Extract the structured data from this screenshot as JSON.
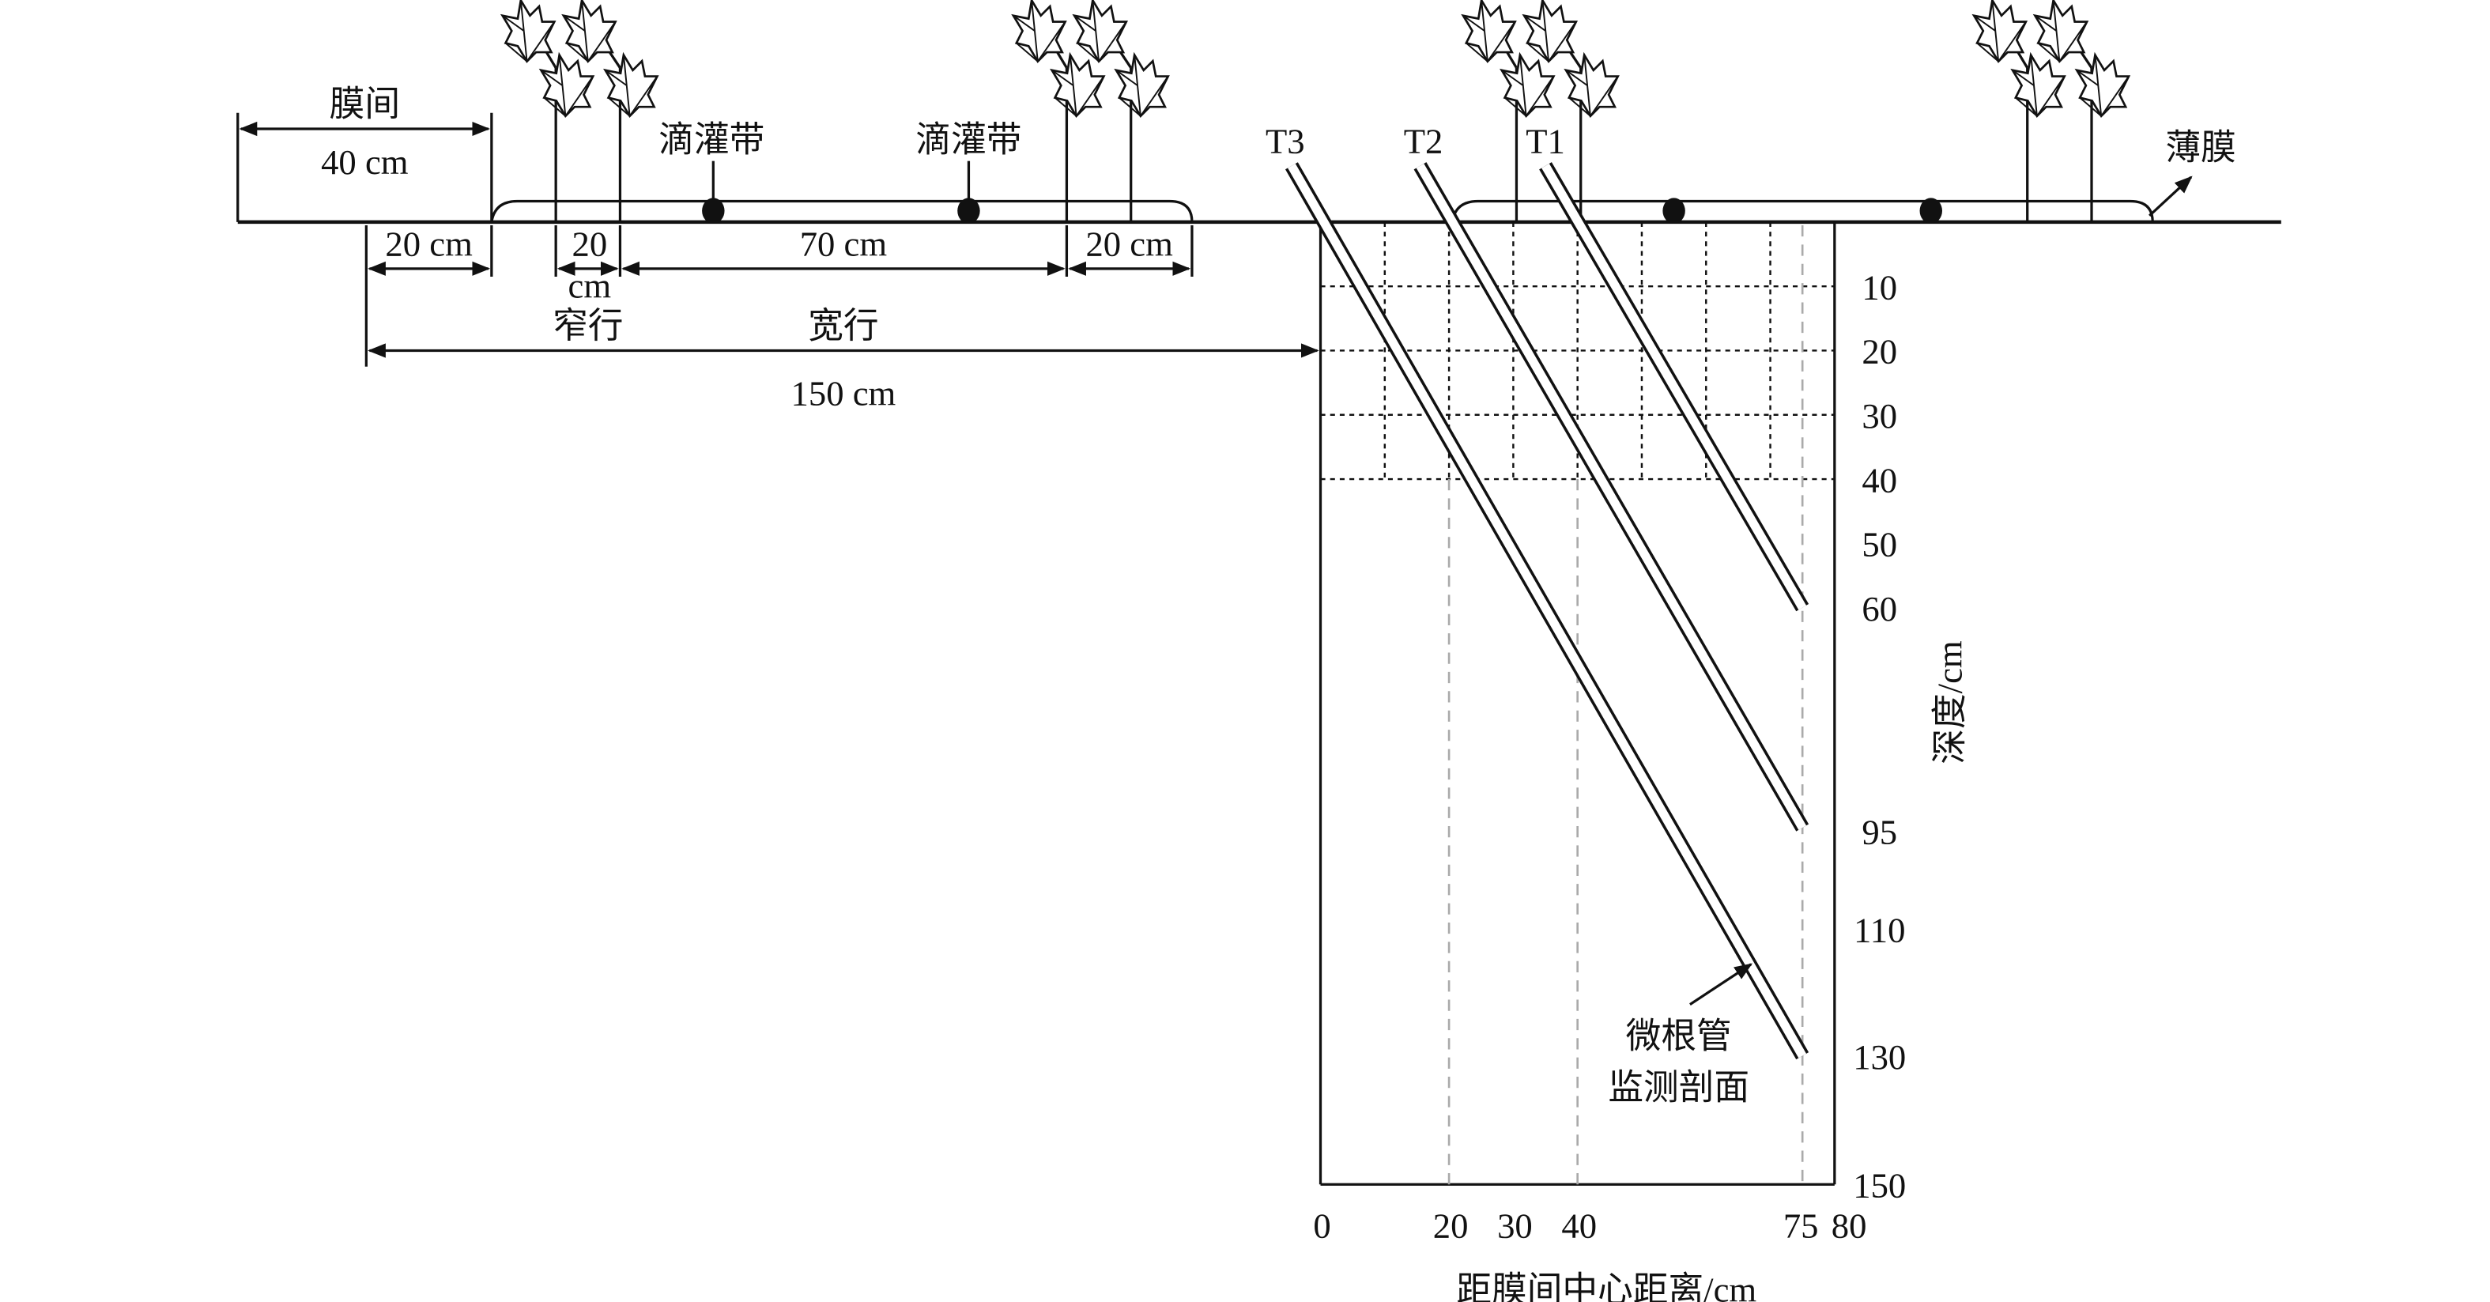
{
  "labels": {
    "inter_film": "膜间",
    "inter_film_width": "40 cm",
    "drip_tape_1": "滴灌带",
    "drip_tape_2": "滴灌带",
    "film": "薄膜",
    "dim_20cm_left": "20 cm",
    "dim_20_narrow": "20",
    "dim_cm_narrow": "cm",
    "dim_70cm": "70 cm",
    "dim_20cm_right": "20 cm",
    "narrow_row": "窄行",
    "wide_row": "宽行",
    "dim_150cm": "150 cm",
    "tube_t1": "T1",
    "tube_t2": "T2",
    "tube_t3": "T3",
    "minirhizotron_1": "微根管",
    "minirhizotron_2": "监测剖面",
    "y_axis": "深度/cm",
    "x_axis": "距膜间中心距离/cm"
  },
  "depth_ticks": [
    "10",
    "20",
    "30",
    "40",
    "50",
    "60",
    "95",
    "110",
    "130",
    "150"
  ],
  "distance_ticks": [
    "0",
    "20",
    "30",
    "40",
    "75",
    "80"
  ],
  "tube_end_depths_cm": {
    "T1": 60,
    "T2": 95,
    "T3": 130
  }
}
